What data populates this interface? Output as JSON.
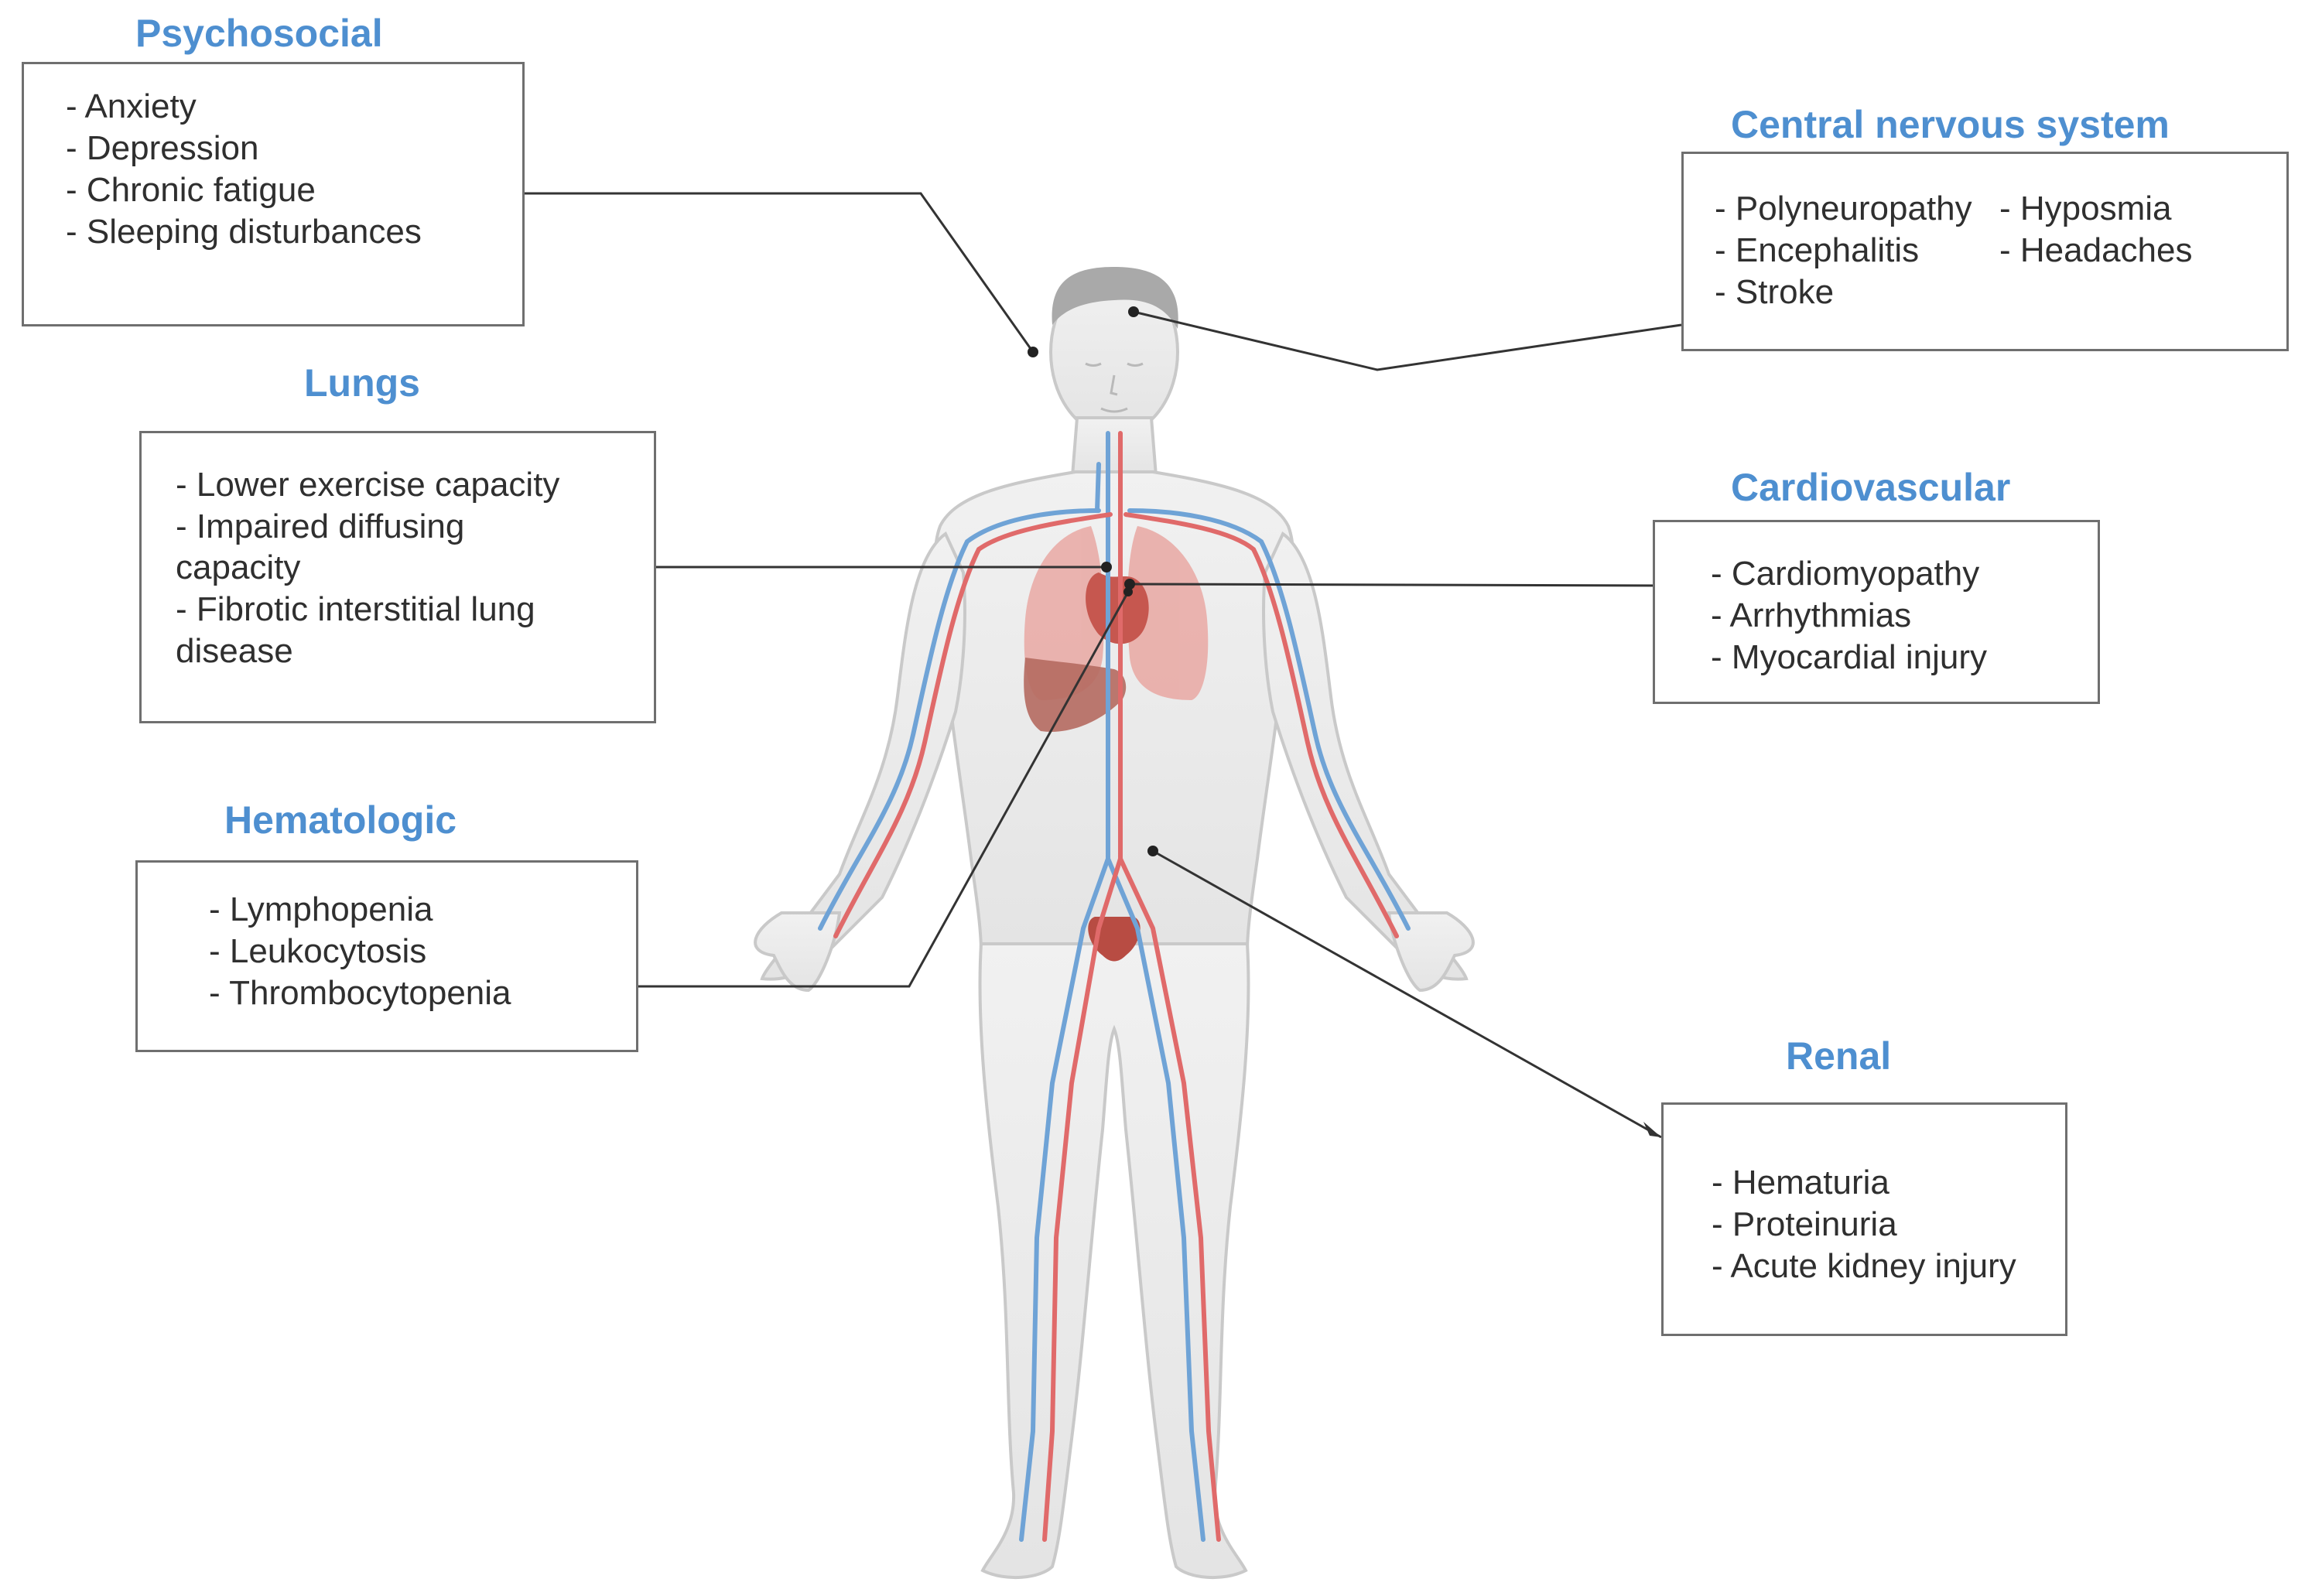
{
  "sections": {
    "psychosocial": {
      "heading": "Psychosocial",
      "items": [
        "- Anxiety",
        "- Depression",
        "- Chronic fatigue",
        "- Sleeping disturbances"
      ]
    },
    "cns": {
      "heading": "Central nervous system",
      "col1": [
        "- Polyneuropathy",
        "- Encephalitis",
        "- Stroke"
      ],
      "col2": [
        "- Hyposmia",
        "- Headaches"
      ]
    },
    "lungs": {
      "heading": "Lungs",
      "items": [
        "- Lower exercise capacity",
        "- Impaired diffusing capacity",
        "- Fibrotic interstitial lung disease"
      ]
    },
    "cardiovascular": {
      "heading": "Cardiovascular",
      "items": [
        "- Cardiomyopathy",
        "- Arrhythmias",
        "- Myocardial injury"
      ]
    },
    "hematologic": {
      "heading": "Hematologic",
      "items": [
        "-  Lymphopenia",
        "- Leukocytosis",
        "- Thrombocytopenia"
      ]
    },
    "renal": {
      "heading": "Renal",
      "items": [
        "- Hematuria",
        "- Proteinuria",
        "- Acute kidney injury"
      ]
    }
  },
  "colors": {
    "heading": "#4e8fd0",
    "artery": "#e06a6a",
    "vein": "#6fa3d6",
    "organ": "#d9817b",
    "body": "#ececec"
  }
}
